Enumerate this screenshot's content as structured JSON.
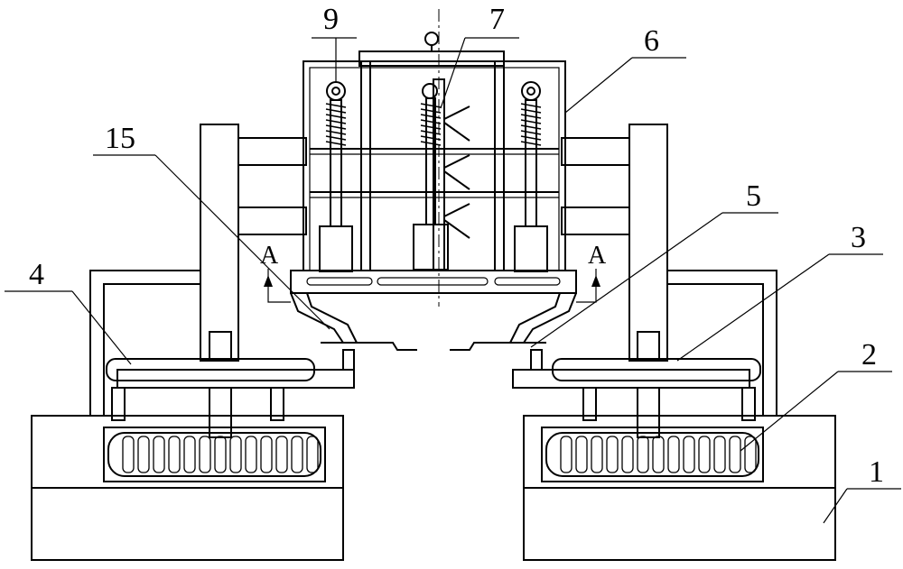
{
  "labels": {
    "n1": "1",
    "n2": "2",
    "n3": "3",
    "n4": "4",
    "n5": "5",
    "n6": "6",
    "n7": "7",
    "n9": "9",
    "n15": "15"
  },
  "section_marks": {
    "left": "A",
    "right": "A"
  }
}
